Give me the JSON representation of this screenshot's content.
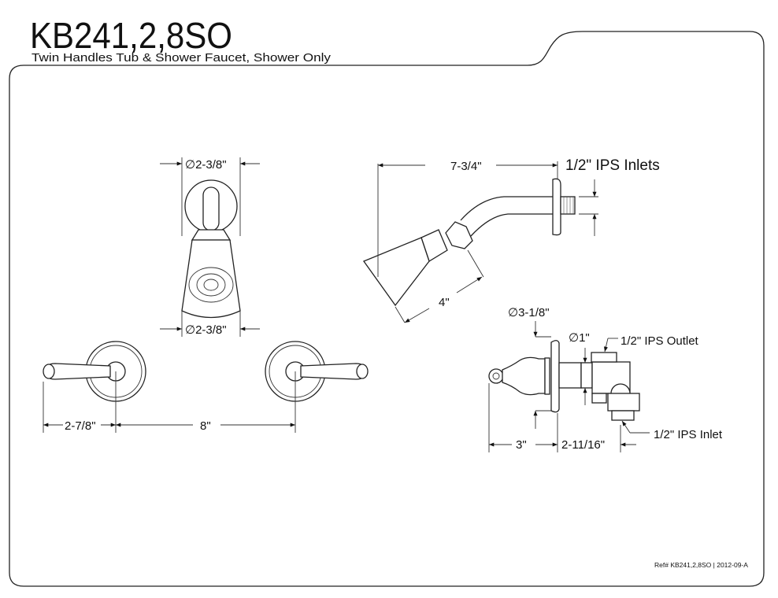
{
  "header": {
    "title": "KB241,2,8SO",
    "subtitle": "Twin Handles Tub & Shower Faucet, Shower Only"
  },
  "front_view": {
    "head_top_diameter": "∅2-3/8\"",
    "head_bottom_diameter": "∅2-3/8\"",
    "handle_offset": "2-7/8\"",
    "handle_spacing": "8\""
  },
  "side_view_shower": {
    "arm_length": "7-3/4\"",
    "inlets_label": "1/2\" IPS Inlets",
    "head_length": "4\""
  },
  "side_view_valve": {
    "escutcheon_diameter": "∅3-1/8\"",
    "stem_diameter": "∅1\"",
    "outlet_label": "1/2\" IPS Outlet",
    "inlet_label": "1/2\" IPS Inlet",
    "handle_depth": "3\"",
    "valve_depth": "2-11/16\""
  },
  "footer": {
    "reference": "Ref# KB241,2,8SO | 2012-09-A"
  }
}
